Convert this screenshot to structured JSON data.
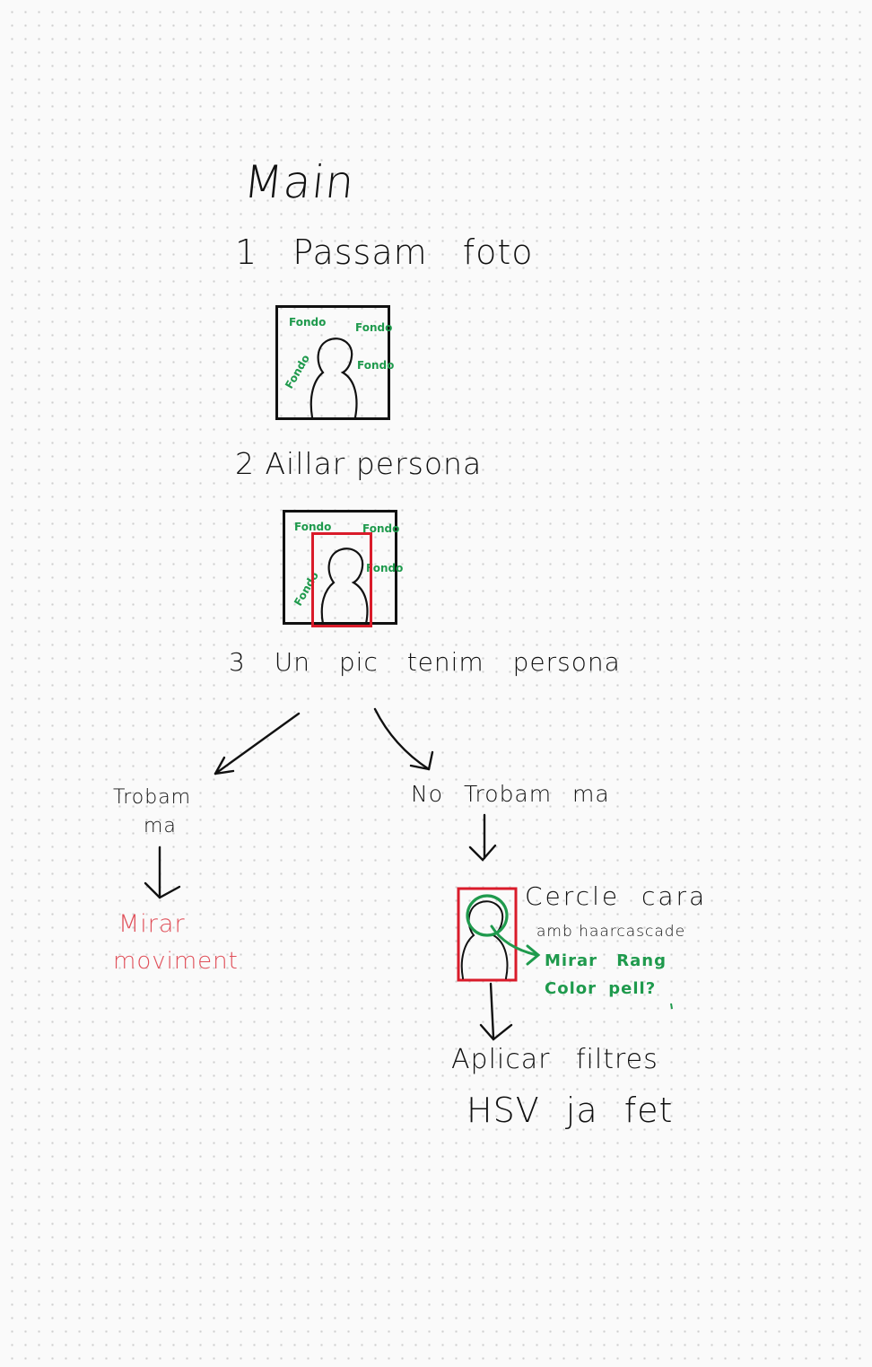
{
  "title": "Main",
  "steps": {
    "step1": "1 Passam foto",
    "step2": "2 Aillar persona",
    "step3": "3 Un pic tenim persona"
  },
  "fondo_label": "Fondo",
  "branches": {
    "left": {
      "line1": "Trobam",
      "line2": "ma"
    },
    "right": "No Trobam ma"
  },
  "left_result": {
    "line1": "Mirar",
    "line2": "moviment"
  },
  "face_step": {
    "line1": "Cercle cara",
    "line2": "amb haarcascade",
    "note_line1": "Mirar Rang",
    "note_line2": "Color pell?"
  },
  "final_step": {
    "line1": "Aplicar filtres",
    "line2": "HSV ja fet"
  },
  "colors": {
    "ink": "#111111",
    "highlight_green": "#1f9a4d",
    "box_red": "#d91b2a",
    "note_red": "#e0505a"
  }
}
